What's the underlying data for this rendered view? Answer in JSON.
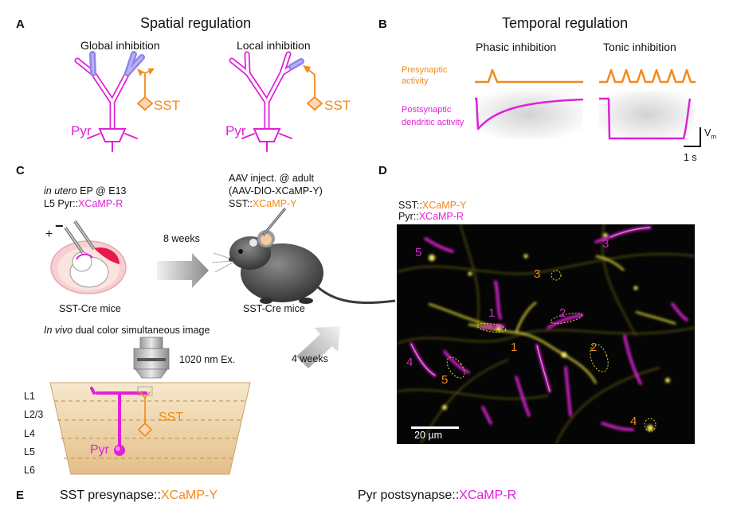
{
  "panels": {
    "A": {
      "letter": "A",
      "title": "Spatial regulation",
      "left_sub": "Global inhibition",
      "right_sub": "Local inhibition",
      "sst_label": "SST",
      "pyr_label": "Pyr"
    },
    "B": {
      "letter": "B",
      "title": "Temporal regulation",
      "phasic": "Phasic inhibition",
      "tonic": "Tonic inhibition",
      "pre_line1": "Presynaptic",
      "pre_line2": "activity",
      "post_line1": "Postsynaptic",
      "post_line2": "dendritic activity",
      "scale_v": "V",
      "scale_v_sub": "m",
      "scale_t": "1 s"
    },
    "C": {
      "letter": "C",
      "utero_ital": "in utero",
      "utero_rest": " EP @ E13",
      "l5_prefix": "L5 Pyr::",
      "l5_suffix": "XCaMP-R",
      "aav_line1": "AAV inject. @ adult",
      "aav_line2": "(AAV-DIO-XCaMP-Y)",
      "sst_prefix": "SST::",
      "sst_suffix": "XCaMP-Y",
      "eight_weeks": "8 weeks",
      "four_weeks": "4 weeks",
      "mouse_left_label": "SST-Cre mice",
      "mouse_right_label": "SST-Cre mice",
      "invivo_ital": "In vivo",
      "invivo_rest": " dual color simultaneous image",
      "excitation": "1020 nm Ex.",
      "layers": [
        "L1",
        "L2/3",
        "L4",
        "L5",
        "L6"
      ],
      "sst_label": "SST",
      "pyr_label": "Pyr",
      "plus": "+",
      "minus": "−"
    },
    "D": {
      "letter": "D",
      "legend_sst_prefix": "SST::",
      "legend_sst_suffix": "XCaMP-Y",
      "legend_pyr_prefix": "Pyr::",
      "legend_pyr_suffix": "XCaMP-R",
      "scale_bar": "20 µm",
      "magenta_numbers": [
        "1",
        "2",
        "3",
        "4",
        "5"
      ],
      "orange_numbers": [
        "1",
        "2",
        "3",
        "4",
        "5"
      ]
    },
    "E": {
      "letter": "E",
      "left_prefix": "SST presynapse::",
      "left_suffix": "XCaMP-Y",
      "right_prefix": "Pyr postsynapse::",
      "right_suffix": "XCaMP-R"
    }
  },
  "colors": {
    "magenta": "#e020d8",
    "orange": "#f28a1a",
    "blue_inhibited": "#8f86e8",
    "tissue": "#ecd1a4"
  }
}
